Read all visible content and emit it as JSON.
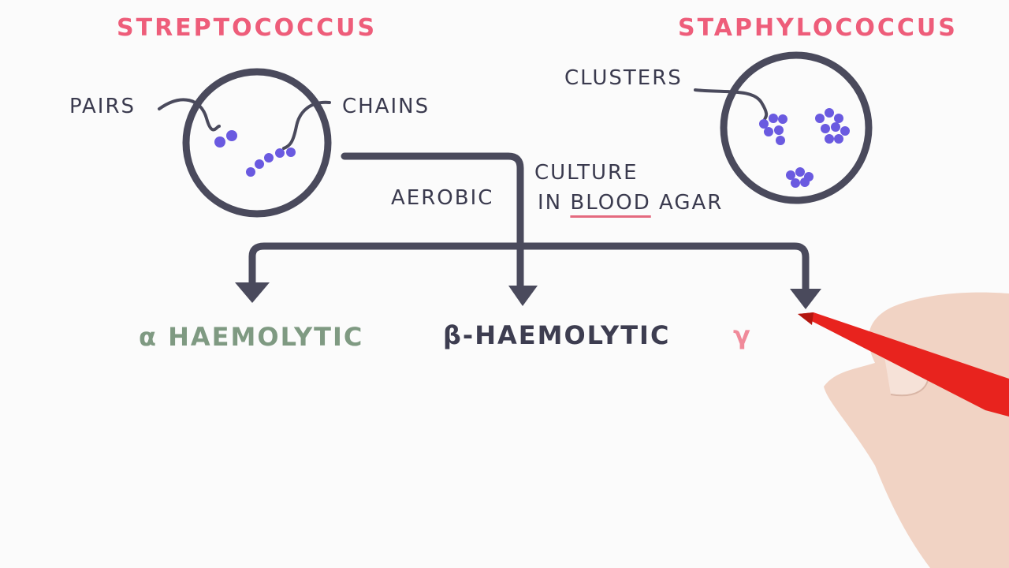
{
  "titles": {
    "strep": "STREPTOCOCCUS",
    "staph": "STAPHYLOCOCCUS"
  },
  "labels": {
    "pairs": "PAIRS",
    "chains": "CHAINS",
    "clusters": "CLUSTERS",
    "aerobic": "AEROBIC",
    "culture_line1": "CULTURE",
    "culture_in": "IN",
    "culture_blood": "BLOOD",
    "culture_agar": "AGAR"
  },
  "hemolysis": {
    "alpha": "α HAEMOLYTIC",
    "beta": "β-HAEMOLYTIC",
    "gamma": "γ"
  },
  "colors": {
    "title": "#ee5d7a",
    "ink": "#4a4a5c",
    "bacteria": "#6a5ae0",
    "alpha": "#7f9a82",
    "beta": "#3d3d50",
    "gamma": "#f08a9a",
    "underline": "#e46a7f",
    "pen": "#e8231e",
    "skin": "#f1d3c4"
  }
}
